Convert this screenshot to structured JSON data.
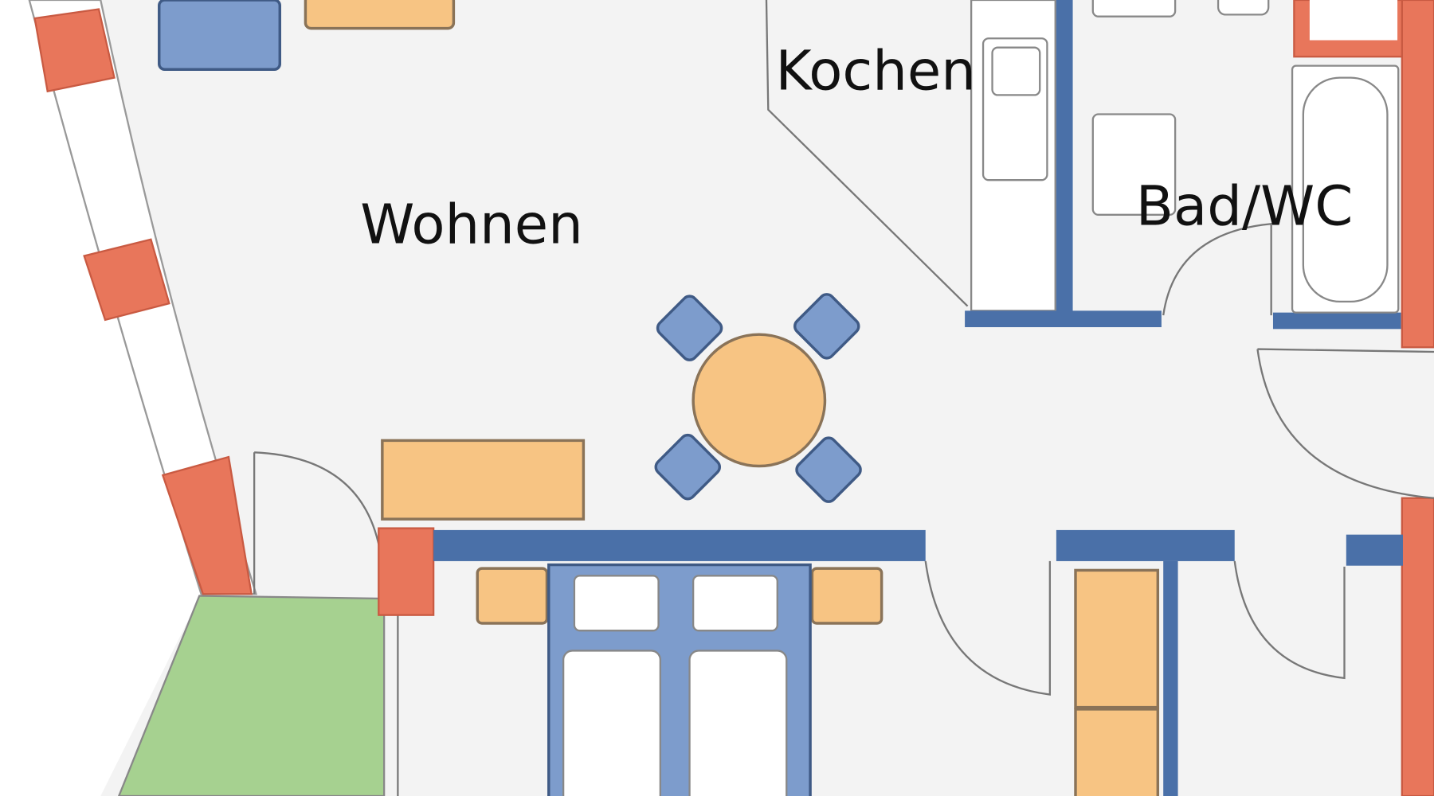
{
  "plan": {
    "rooms": {
      "living": "Wohnen",
      "kitchen": "Kochen",
      "bath": "Bad/WC"
    },
    "colors": {
      "background": "#f3f3f3",
      "interior_wall": "#4a70a8",
      "exterior_wall": "#e8765b",
      "furniture": "#f7c483",
      "seating": "#7d9ccc",
      "balcony": "#a6d190"
    }
  }
}
